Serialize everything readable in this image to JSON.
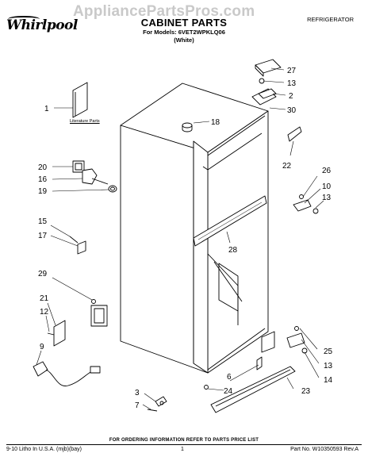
{
  "header": {
    "watermark": "AppliancePartsPros.com",
    "brand": "Whirlpool",
    "title": "CABINET PARTS",
    "models_line": "For Models: 6VET2WPKLQ06",
    "color_note": "(White)",
    "category": "REFRIGERATOR"
  },
  "diagram": {
    "literature_label": "Literature Parts",
    "callouts": [
      "27",
      "13",
      "2",
      "30",
      "18",
      "1",
      "22",
      "26",
      "10",
      "13",
      "20",
      "16",
      "19",
      "15",
      "17",
      "28",
      "29",
      "21",
      "12",
      "9",
      "25",
      "13",
      "14",
      "6",
      "24",
      "23",
      "3",
      "7"
    ]
  },
  "footer": {
    "ordering_note": "FOR ORDERING INFORMATION REFER TO PARTS PRICE LIST",
    "printing": "9-10 Litho In U.S.A. (mjb)(bay)",
    "page": "1",
    "part_number": "Part No. W10350593 Rev.A"
  }
}
